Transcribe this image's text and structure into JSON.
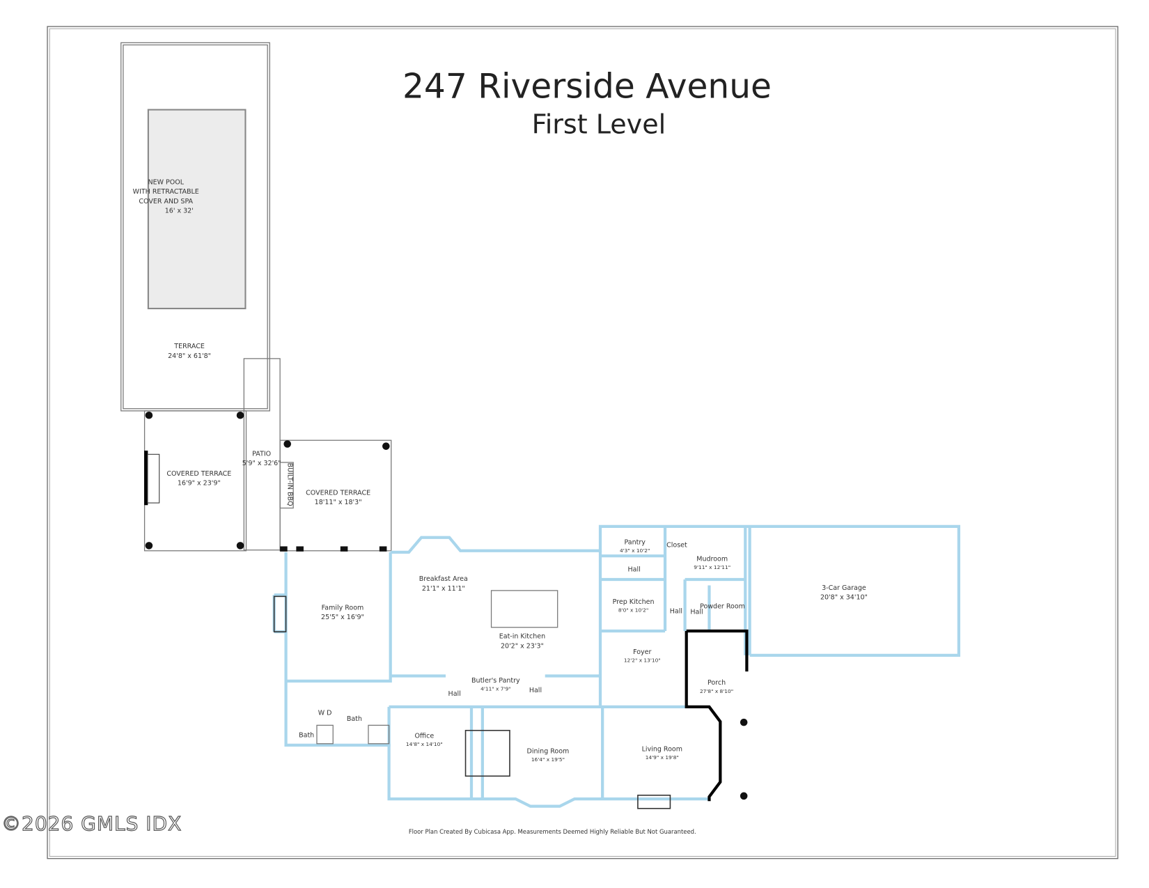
{
  "title": "247 Riverside Avenue",
  "subtitle": "First Level",
  "footer": "Floor Plan Created By Cubicasa App. Measurements Deemed Highly Reliable But Not Guaranteed.",
  "watermark": "©2026 GMLS IDX",
  "colors": {
    "wall": "#a9d6ec",
    "exterior_wall": "#000000",
    "pool": "#ececec"
  },
  "rooms": [
    {
      "name": "NEW POOL",
      "extra": [
        "WITH RETRACTABLE",
        "COVER AND SPA"
      ],
      "size": "16' x 32'"
    },
    {
      "name": "TERRACE",
      "size": "24'8\" x 61'8\""
    },
    {
      "name": "COVERED TERRACE",
      "size": "16'9\" x 23'9\""
    },
    {
      "name": "PATIO",
      "size": "5'9\" x 32'6\""
    },
    {
      "name": "BUILT-IN BBQ",
      "size": ""
    },
    {
      "name": "COVERED TERRACE",
      "size": "18'11\" x 18'3\""
    },
    {
      "name": "Breakfast Area",
      "size": "21'1\" x 11'1\""
    },
    {
      "name": "Family Room",
      "size": "25'5\" x 16'9\""
    },
    {
      "name": "Eat-in Kitchen",
      "size": "20'2\" x 23'3\""
    },
    {
      "name": "Pantry",
      "size": "4'3\" x 10'2\""
    },
    {
      "name": "Closet",
      "size": ""
    },
    {
      "name": "Hall",
      "size": ""
    },
    {
      "name": "Prep Kitchen",
      "size": "8'0\" x 10'2\""
    },
    {
      "name": "Mudroom",
      "size": "9'11\" x 12'11\""
    },
    {
      "name": "Hall",
      "size": ""
    },
    {
      "name": "Hall",
      "size": ""
    },
    {
      "name": "Powder Room",
      "size": ""
    },
    {
      "name": "3-Car Garage",
      "size": "20'8\" x 34'10\""
    },
    {
      "name": "Foyer",
      "size": "12'2\" x 13'10\""
    },
    {
      "name": "Porch",
      "size": "27'8\" x 8'10\""
    },
    {
      "name": "Butler's Pantry",
      "size": "4'11\" x 7'9\""
    },
    {
      "name": "Hall",
      "size": ""
    },
    {
      "name": "Hall",
      "size": ""
    },
    {
      "name": "Bath",
      "size": ""
    },
    {
      "name": "Bath",
      "size": ""
    },
    {
      "name": "W D",
      "size": ""
    },
    {
      "name": "Office",
      "size": "14'8\" x 14'10\""
    },
    {
      "name": "Dining Room",
      "size": "16'4\" x 19'5\""
    },
    {
      "name": "Living Room",
      "size": "14'9\" x 19'8\""
    }
  ]
}
